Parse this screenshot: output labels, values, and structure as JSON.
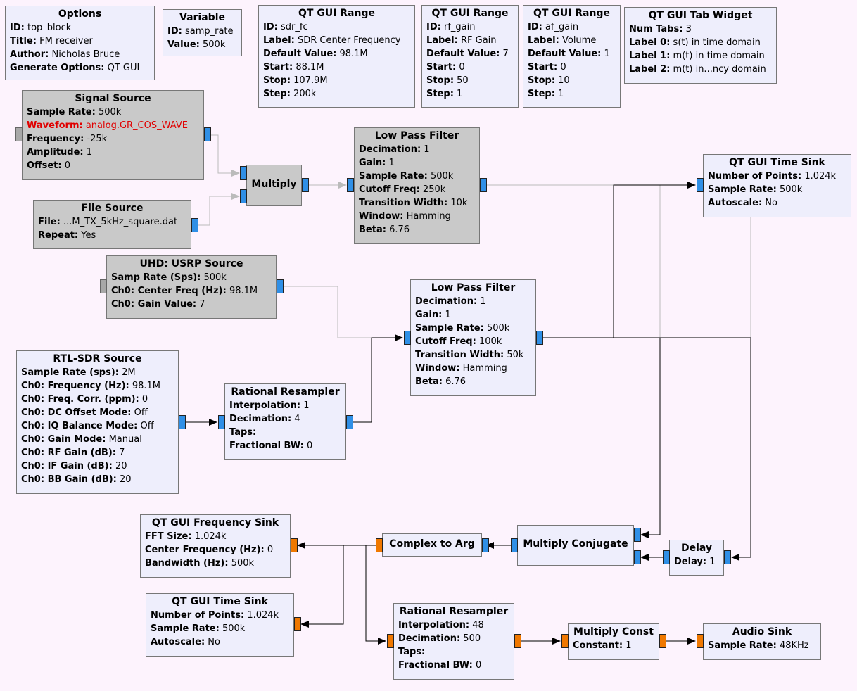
{
  "colors": {
    "canvas": "#fdf3fd",
    "block_bg": "#eeeefc",
    "disabled_block_bg": "#c9c9c9",
    "complex_port": "#2f8fe6",
    "float_port": "#f07800",
    "error_text": "#e00000"
  },
  "blocks": {
    "options": {
      "title": "Options",
      "rows": [
        {
          "k": "ID:",
          "v": "top_block"
        },
        {
          "k": "Title:",
          "v": "FM receiver"
        },
        {
          "k": "Author:",
          "v": "Nicholas Bruce"
        },
        {
          "k": "Generate Options:",
          "v": "QT GUI"
        }
      ]
    },
    "variable": {
      "title": "Variable",
      "rows": [
        {
          "k": "ID:",
          "v": "samp_rate"
        },
        {
          "k": "Value:",
          "v": "500k"
        }
      ]
    },
    "range_fc": {
      "title": "QT GUI Range",
      "rows": [
        {
          "k": "ID:",
          "v": "sdr_fc"
        },
        {
          "k": "Label:",
          "v": "SDR Center Frequency"
        },
        {
          "k": "Default Value:",
          "v": "98.1M"
        },
        {
          "k": "Start:",
          "v": "88.1M"
        },
        {
          "k": "Stop:",
          "v": "107.9M"
        },
        {
          "k": "Step:",
          "v": "200k"
        }
      ]
    },
    "range_rf": {
      "title": "QT GUI Range",
      "rows": [
        {
          "k": "ID:",
          "v": "rf_gain"
        },
        {
          "k": "Label:",
          "v": "RF Gain"
        },
        {
          "k": "Default Value:",
          "v": "7"
        },
        {
          "k": "Start:",
          "v": "0"
        },
        {
          "k": "Stop:",
          "v": "50"
        },
        {
          "k": "Step:",
          "v": "1"
        }
      ]
    },
    "range_af": {
      "title": "QT GUI Range",
      "rows": [
        {
          "k": "ID:",
          "v": "af_gain"
        },
        {
          "k": "Label:",
          "v": "Volume"
        },
        {
          "k": "Default Value:",
          "v": "1"
        },
        {
          "k": "Start:",
          "v": "0"
        },
        {
          "k": "Stop:",
          "v": "10"
        },
        {
          "k": "Step:",
          "v": "1"
        }
      ]
    },
    "tab_widget": {
      "title": "QT GUI Tab Widget",
      "rows": [
        {
          "k": "Num Tabs:",
          "v": "3"
        },
        {
          "k": "Label 0:",
          "v": "s(t) in time domain"
        },
        {
          "k": "Label 1:",
          "v": "m(t) in time domain"
        },
        {
          "k": "Label 2:",
          "v": "m(t) in...ncy domain"
        }
      ]
    },
    "signal_source": {
      "title": "Signal Source",
      "disabled": true,
      "rows": [
        {
          "k": "Sample Rate:",
          "v": "500k"
        },
        {
          "k": "Waveform:",
          "v": "analog.GR_COS_WAVE",
          "error": true
        },
        {
          "k": "Frequency:",
          "v": "-25k"
        },
        {
          "k": "Amplitude:",
          "v": "1"
        },
        {
          "k": "Offset:",
          "v": "0"
        }
      ]
    },
    "multiply": {
      "title": "Multiply",
      "disabled": true,
      "rows": []
    },
    "file_source": {
      "title": "File Source",
      "disabled": true,
      "rows": [
        {
          "k": "File:",
          "v": "...M_TX_5kHz_square.dat"
        },
        {
          "k": "Repeat:",
          "v": "Yes"
        }
      ]
    },
    "lpf1": {
      "title": "Low Pass Filter",
      "disabled": true,
      "rows": [
        {
          "k": "Decimation:",
          "v": "1"
        },
        {
          "k": "Gain:",
          "v": "1"
        },
        {
          "k": "Sample Rate:",
          "v": "500k"
        },
        {
          "k": "Cutoff Freq:",
          "v": "250k"
        },
        {
          "k": "Transition Width:",
          "v": "10k"
        },
        {
          "k": "Window:",
          "v": "Hamming"
        },
        {
          "k": "Beta:",
          "v": "6.76"
        }
      ]
    },
    "time_sink1": {
      "title": "QT GUI Time Sink",
      "rows": [
        {
          "k": "Number of Points:",
          "v": "1.024k"
        },
        {
          "k": "Sample Rate:",
          "v": "500k"
        },
        {
          "k": "Autoscale:",
          "v": "No"
        }
      ]
    },
    "usrp": {
      "title": "UHD: USRP Source",
      "disabled": true,
      "rows": [
        {
          "k": "Samp Rate (Sps):",
          "v": "500k"
        },
        {
          "k": "Ch0: Center Freq (Hz):",
          "v": "98.1M"
        },
        {
          "k": "Ch0: Gain Value:",
          "v": "7"
        }
      ]
    },
    "lpf2": {
      "title": "Low Pass Filter",
      "rows": [
        {
          "k": "Decimation:",
          "v": "1"
        },
        {
          "k": "Gain:",
          "v": "1"
        },
        {
          "k": "Sample Rate:",
          "v": "500k"
        },
        {
          "k": "Cutoff Freq:",
          "v": "100k"
        },
        {
          "k": "Transition Width:",
          "v": "50k"
        },
        {
          "k": "Window:",
          "v": "Hamming"
        },
        {
          "k": "Beta:",
          "v": "6.76"
        }
      ]
    },
    "rtl": {
      "title": "RTL-SDR Source",
      "rows": [
        {
          "k": "Sample Rate (sps):",
          "v": "2M"
        },
        {
          "k": "Ch0: Frequency (Hz):",
          "v": "98.1M"
        },
        {
          "k": "Ch0: Freq. Corr. (ppm):",
          "v": "0"
        },
        {
          "k": "Ch0: DC Offset Mode:",
          "v": "Off"
        },
        {
          "k": "Ch0: IQ Balance Mode:",
          "v": "Off"
        },
        {
          "k": "Ch0: Gain Mode:",
          "v": "Manual"
        },
        {
          "k": "Ch0: RF Gain (dB):",
          "v": "7"
        },
        {
          "k": "Ch0: IF Gain (dB):",
          "v": "20"
        },
        {
          "k": "Ch0: BB Gain (dB):",
          "v": "20"
        }
      ]
    },
    "resampler1": {
      "title": "Rational Resampler",
      "rows": [
        {
          "k": "Interpolation:",
          "v": "1"
        },
        {
          "k": "Decimation:",
          "v": "4"
        },
        {
          "k": "Taps:",
          "v": ""
        },
        {
          "k": "Fractional BW:",
          "v": "0"
        }
      ]
    },
    "freq_sink": {
      "title": "QT GUI Frequency Sink",
      "rows": [
        {
          "k": "FFT Size:",
          "v": "1.024k"
        },
        {
          "k": "Center Frequency (Hz):",
          "v": "0"
        },
        {
          "k": "Bandwidth (Hz):",
          "v": "500k"
        }
      ]
    },
    "complex_to_arg": {
      "title": "Complex to Arg",
      "rows": []
    },
    "mult_conj": {
      "title": "Multiply Conjugate",
      "rows": []
    },
    "delay": {
      "title": "Delay",
      "rows": [
        {
          "k": "Delay:",
          "v": "1"
        }
      ]
    },
    "time_sink2": {
      "title": "QT GUI Time Sink",
      "rows": [
        {
          "k": "Number of Points:",
          "v": "1.024k"
        },
        {
          "k": "Sample Rate:",
          "v": "500k"
        },
        {
          "k": "Autoscale:",
          "v": "No"
        }
      ]
    },
    "resampler2": {
      "title": "Rational Resampler",
      "rows": [
        {
          "k": "Interpolation:",
          "v": "48"
        },
        {
          "k": "Decimation:",
          "v": "500"
        },
        {
          "k": "Taps:",
          "v": ""
        },
        {
          "k": "Fractional BW:",
          "v": "0"
        }
      ]
    },
    "mult_const": {
      "title": "Multiply Const",
      "rows": [
        {
          "k": "Constant:",
          "v": "1"
        }
      ]
    },
    "audio_sink": {
      "title": "Audio Sink",
      "rows": [
        {
          "k": "Sample Rate:",
          "v": "48KHz"
        }
      ]
    }
  }
}
